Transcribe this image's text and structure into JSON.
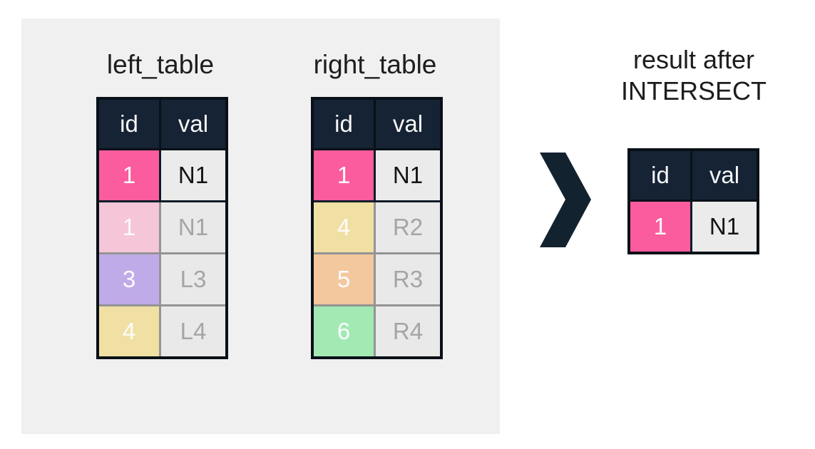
{
  "page": {
    "background": "#ffffff",
    "panel_background": "#f0f0f0"
  },
  "colors": {
    "header_bg": "#152334",
    "border_dark": "#0a1017",
    "border_gray": "#949494",
    "bright_pink": "#fb5c9e",
    "faded_pink": "#f4c6d8",
    "purple": "#c0abe9",
    "yellow": "#f1e0a3",
    "orange": "#f3c89e",
    "green": "#a2e9b4",
    "cell_gray": "#ebebeb",
    "faded_text": "#a5a5a5",
    "header_text": "#f7f7f7",
    "title_text": "#1d1d1d"
  },
  "left_table": {
    "title": "left_table",
    "columns": [
      "id",
      "val"
    ],
    "rows": [
      {
        "id": "1",
        "val": "N1",
        "id_bg": "#fb5c9e",
        "faded": false
      },
      {
        "id": "1",
        "val": "N1",
        "id_bg": "#f4c6d8",
        "faded": true
      },
      {
        "id": "3",
        "val": "L3",
        "id_bg": "#c0abe9",
        "faded": true
      },
      {
        "id": "4",
        "val": "L4",
        "id_bg": "#f1e0a3",
        "faded": true
      }
    ]
  },
  "right_table": {
    "title": "right_table",
    "columns": [
      "id",
      "val"
    ],
    "rows": [
      {
        "id": "1",
        "val": "N1",
        "id_bg": "#fb5c9e",
        "faded": false
      },
      {
        "id": "4",
        "val": "R2",
        "id_bg": "#f1e0a3",
        "faded": true
      },
      {
        "id": "5",
        "val": "R3",
        "id_bg": "#f3c89e",
        "faded": true
      },
      {
        "id": "6",
        "val": "R4",
        "id_bg": "#a2e9b4",
        "faded": true
      }
    ]
  },
  "result": {
    "title_line1": "result after",
    "title_line2": "INTERSECT",
    "columns": [
      "id",
      "val"
    ],
    "rows": [
      {
        "id": "1",
        "val": "N1",
        "id_bg": "#fb5c9e",
        "faded": false
      }
    ]
  },
  "arrow": {
    "icon": "chevron-right",
    "color": "#13222f"
  }
}
